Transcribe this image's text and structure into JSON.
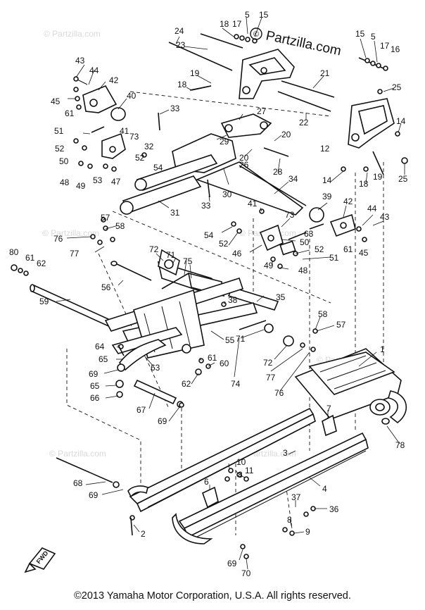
{
  "watermark": {
    "main": "Partzilla.com",
    "faint": [
      "© Partzilla.com",
      "© Partzilla.com",
      "© Partzilla.com",
      "© Partzilla.com",
      "© Partzilla.com",
      "© Partzilla.com"
    ]
  },
  "direction_label": "FWD",
  "footer": "©2013  Yamaha Motor Corporation, U.S.A. All rights reserved.",
  "callouts": [
    {
      "id": "18",
      "text": "18"
    },
    {
      "id": "17",
      "text": "17"
    },
    {
      "id": "5",
      "text": "5"
    },
    {
      "id": "15",
      "text": "15"
    },
    {
      "id": "24",
      "text": "24"
    },
    {
      "id": "23",
      "text": "23"
    },
    {
      "id": "15b",
      "text": "15"
    },
    {
      "id": "5b",
      "text": "5"
    },
    {
      "id": "17b",
      "text": "17"
    },
    {
      "id": "16",
      "text": "16"
    },
    {
      "id": "43",
      "text": "43"
    },
    {
      "id": "44",
      "text": "44"
    },
    {
      "id": "42",
      "text": "42"
    },
    {
      "id": "19",
      "text": "19"
    },
    {
      "id": "21",
      "text": "21"
    },
    {
      "id": "25",
      "text": "25"
    },
    {
      "id": "45",
      "text": "45"
    },
    {
      "id": "61",
      "text": "61"
    },
    {
      "id": "18b",
      "text": "18"
    },
    {
      "id": "40",
      "text": "40"
    },
    {
      "id": "33",
      "text": "33"
    },
    {
      "id": "27",
      "text": "27"
    },
    {
      "id": "22",
      "text": "22"
    },
    {
      "id": "14",
      "text": "14"
    },
    {
      "id": "51",
      "text": "51"
    },
    {
      "id": "41",
      "text": "41"
    },
    {
      "id": "73",
      "text": "73"
    },
    {
      "id": "29",
      "text": "29"
    },
    {
      "id": "20",
      "text": "20"
    },
    {
      "id": "52",
      "text": "52"
    },
    {
      "id": "32",
      "text": "32"
    },
    {
      "id": "12",
      "text": "12"
    },
    {
      "id": "50",
      "text": "50"
    },
    {
      "id": "52b",
      "text": "52"
    },
    {
      "id": "20b",
      "text": "20"
    },
    {
      "id": "54",
      "text": "54"
    },
    {
      "id": "26",
      "text": "26"
    },
    {
      "id": "28",
      "text": "28"
    },
    {
      "id": "48",
      "text": "48"
    },
    {
      "id": "49",
      "text": "49"
    },
    {
      "id": "53",
      "text": "53"
    },
    {
      "id": "47",
      "text": "47"
    },
    {
      "id": "14b",
      "text": "14"
    },
    {
      "id": "18c",
      "text": "18"
    },
    {
      "id": "19b",
      "text": "19"
    },
    {
      "id": "25b",
      "text": "25"
    },
    {
      "id": "30",
      "text": "30"
    },
    {
      "id": "34",
      "text": "34"
    },
    {
      "id": "33b",
      "text": "33"
    },
    {
      "id": "31",
      "text": "31"
    },
    {
      "id": "39",
      "text": "39"
    },
    {
      "id": "42b",
      "text": "42"
    },
    {
      "id": "41b",
      "text": "41"
    },
    {
      "id": "44b",
      "text": "44"
    },
    {
      "id": "43b",
      "text": "43"
    },
    {
      "id": "57",
      "text": "57"
    },
    {
      "id": "73b",
      "text": "73"
    },
    {
      "id": "58",
      "text": "58"
    },
    {
      "id": "76",
      "text": "76"
    },
    {
      "id": "54b",
      "text": "54"
    },
    {
      "id": "63",
      "text": "63"
    },
    {
      "id": "52c",
      "text": "52"
    },
    {
      "id": "50b",
      "text": "50"
    },
    {
      "id": "61b",
      "text": "61"
    },
    {
      "id": "45b",
      "text": "45"
    },
    {
      "id": "46",
      "text": "46"
    },
    {
      "id": "52d",
      "text": "52"
    },
    {
      "id": "77",
      "text": "77"
    },
    {
      "id": "72",
      "text": "72"
    },
    {
      "id": "71",
      "text": "71"
    },
    {
      "id": "51b",
      "text": "51"
    },
    {
      "id": "80",
      "text": "80"
    },
    {
      "id": "61c",
      "text": "61"
    },
    {
      "id": "62",
      "text": "62"
    },
    {
      "id": "75",
      "text": "75"
    },
    {
      "id": "49b",
      "text": "49"
    },
    {
      "id": "48b",
      "text": "48"
    },
    {
      "id": "56",
      "text": "56"
    },
    {
      "id": "35",
      "text": "35"
    },
    {
      "id": "59",
      "text": "59"
    },
    {
      "id": "38",
      "text": "38"
    },
    {
      "id": "58b",
      "text": "58"
    },
    {
      "id": "57b",
      "text": "57"
    },
    {
      "id": "55",
      "text": "55"
    },
    {
      "id": "64",
      "text": "64"
    },
    {
      "id": "71b",
      "text": "71"
    },
    {
      "id": "1",
      "text": "1"
    },
    {
      "id": "65",
      "text": "65"
    },
    {
      "id": "72b",
      "text": "72"
    },
    {
      "id": "63b",
      "text": "63"
    },
    {
      "id": "69",
      "text": "69"
    },
    {
      "id": "61d",
      "text": "61"
    },
    {
      "id": "60",
      "text": "60"
    },
    {
      "id": "77b",
      "text": "77"
    },
    {
      "id": "74",
      "text": "74"
    },
    {
      "id": "65b",
      "text": "65"
    },
    {
      "id": "62b",
      "text": "62"
    },
    {
      "id": "76b",
      "text": "76"
    },
    {
      "id": "66",
      "text": "66"
    },
    {
      "id": "67",
      "text": "67"
    },
    {
      "id": "69b",
      "text": "69"
    },
    {
      "id": "7",
      "text": "7"
    },
    {
      "id": "78",
      "text": "78"
    },
    {
      "id": "3",
      "text": "3"
    },
    {
      "id": "10",
      "text": "10"
    },
    {
      "id": "11",
      "text": "11"
    },
    {
      "id": "68",
      "text": "68"
    },
    {
      "id": "8",
      "text": "8"
    },
    {
      "id": "6",
      "text": "6"
    },
    {
      "id": "4",
      "text": "4"
    },
    {
      "id": "69c",
      "text": "69"
    },
    {
      "id": "37",
      "text": "37"
    },
    {
      "id": "36",
      "text": "36"
    },
    {
      "id": "8b",
      "text": "8"
    },
    {
      "id": "9",
      "text": "9"
    },
    {
      "id": "2",
      "text": "2"
    },
    {
      "id": "69d",
      "text": "69"
    },
    {
      "id": "70",
      "text": "70"
    }
  ]
}
